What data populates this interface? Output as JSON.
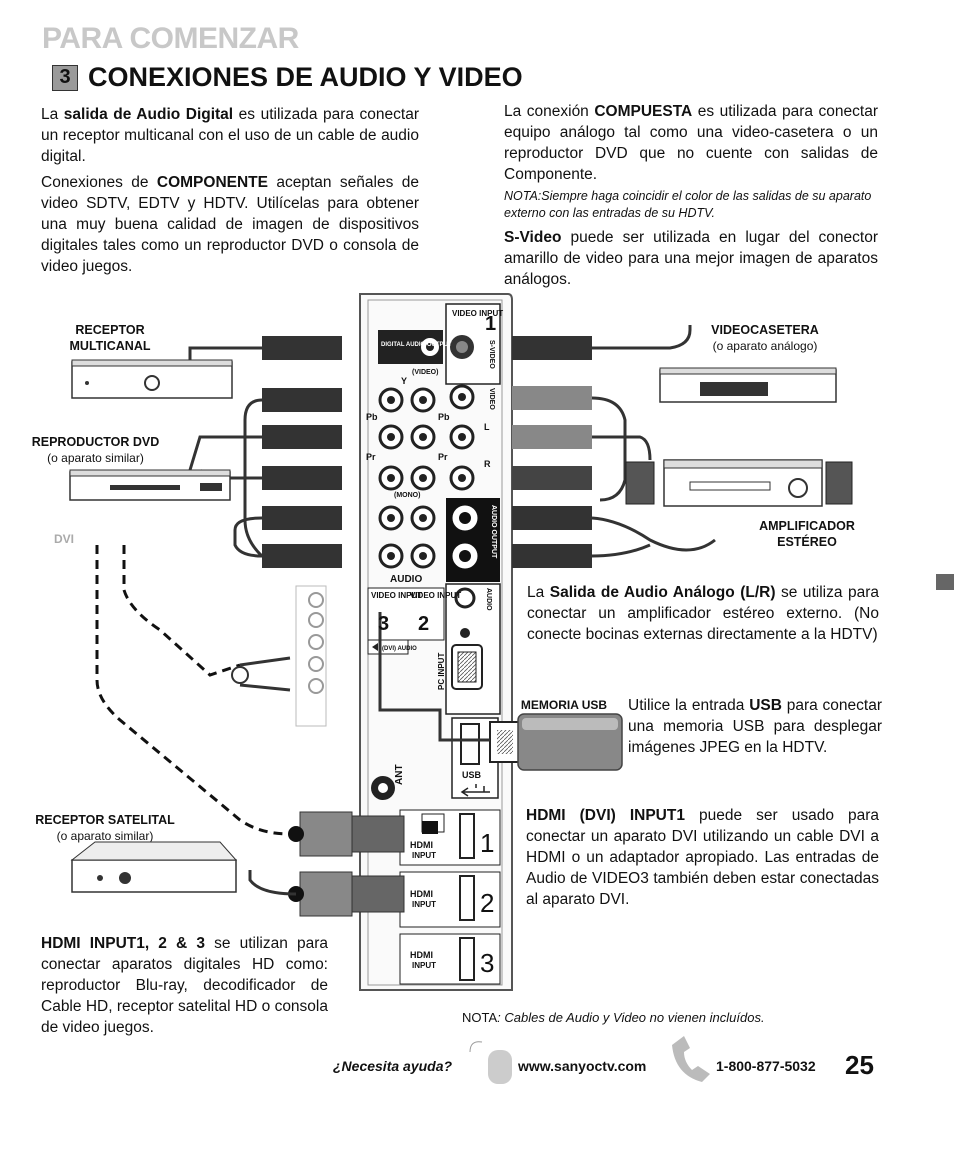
{
  "header": {
    "section_title": "PARA COMENZAR",
    "step_number": "3",
    "title": "CONEXIONES DE AUDIO Y VIDEO"
  },
  "intro": {
    "p1_pre": "La ",
    "p1_bold": "salida de Audio Digital",
    "p1_post": " es utilizada para conectar un receptor multicanal con el uso de un cable de audio digital.",
    "p2_pre": "Conexiones de ",
    "p2_bold": "COMPONENTE",
    "p2_post": " aceptan señales de video SDTV, EDTV y HDTV. Utilícelas para obtener una muy buena calidad de imagen de dispositivos digitales tales como un reproductor DVD o consola de video juegos.",
    "p3_pre": "La conexión ",
    "p3_bold": "COMPUESTA",
    "p3_post": " es utilizada para conectar equipo análogo tal como una video-casetera o un reproductor DVD que no cuente con salidas de Componente.",
    "note": "NOTA:Siempre haga coincidir el color de las salidas de su aparato externo con las entradas de su HDTV.",
    "p4_bold": "S-Video",
    "p4_post": " puede ser utilizada en lugar del conector amarillo de video para una mejor imagen de aparatos análogos."
  },
  "devices": {
    "receptor_multicanal": "RECEPTOR MULTICANAL",
    "videocasetera": "VIDEOCASETERA",
    "videocasetera_sub": "(o aparato análogo)",
    "reproductor_dvd": "REPRODUCTOR DVD",
    "reproductor_dvd_sub": "(o aparato similar)",
    "dvi": "DVI",
    "amplificador": "AMPLIFICADOR ESTÉREO",
    "memoria_usb": "MEMORIA USB",
    "receptor_satelital": "RECEPTOR SATELITAL",
    "receptor_satelital_sub": "(o aparato similar)"
  },
  "panel": {
    "video_input": "VIDEO INPUT",
    "input1": "1",
    "digital_audio_output": "DIGITAL AUDIO OUTPUT",
    "video_paren": "(VIDEO)",
    "s_video": "S-VIDEO",
    "video": "VIDEO",
    "y": "Y",
    "pb": "Pb",
    "pr": "Pr",
    "l": "L",
    "r": "R",
    "mono": "(MONO)",
    "audio": "AUDIO",
    "audio_output": "AUDIO OUTPUT",
    "video_input_3": "VIDEO INPUT",
    "num3": "3",
    "video_input_2": "VIDEO INPUT",
    "num2": "2",
    "dvi_audio": "(DVI) AUDIO",
    "audio_vertical": "AUDIO",
    "pc_input": "PC INPUT",
    "usb": "USB",
    "ant": "ANT",
    "hdmi": "HDMI",
    "hdmi_input": "INPUT",
    "h1": "1",
    "h2": "2",
    "h3": "3"
  },
  "callouts": {
    "analog_pre": "La ",
    "analog_bold": "Salida de Audio Análogo (L/R)",
    "analog_post": " se utiliza para conectar un amplificador estéreo externo. (No conecte bocinas externas directamente a la HDTV)",
    "usb_pre": "Utilice la entrada ",
    "usb_bold": "USB",
    "usb_post": " para conectar una memoria USB para desplegar imágenes JPEG en la HDTV.",
    "hdmi1_bold": "HDMI (DVI) INPUT1",
    "hdmi1_post": " puede ser usado para conectar un aparato DVI utilizando un cable DVI a HDMI o un adaptador apropiado. Las entradas de Audio de VIDEO3 también deben estar conectadas al aparato DVI.",
    "hdmi_all_bold": "HDMI INPUT1, 2 & 3",
    "hdmi_all_post": " se utilizan para conectar aparatos digitales HD como: reproductor Blu-ray, decodificador de Cable HD, receptor satelital HD o consola de video juegos.",
    "note_label": "NOTA",
    "note_text": ": Cables de Audio y Video no vienen incluídos."
  },
  "footer": {
    "help": "¿Necesita ayuda?",
    "website": "www.sanyoctv.com",
    "phone": "1-800-877-5032",
    "page_number": "25"
  }
}
